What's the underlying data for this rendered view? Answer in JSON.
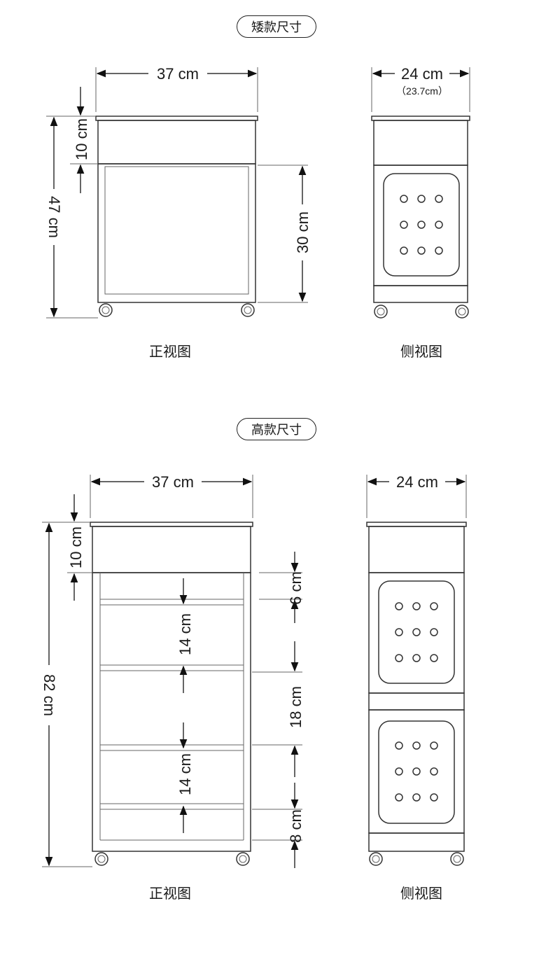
{
  "sections": {
    "short": {
      "title": "矮款尺寸",
      "front_caption": "正视图",
      "side_caption": "侧视图"
    },
    "tall": {
      "title": "高款尺寸",
      "front_caption": "正视图",
      "side_caption": "侧视图"
    }
  },
  "dimensions": {
    "short_width": "37 cm",
    "short_depth": "24 cm",
    "short_depth_exact": "（23.7cm）",
    "short_drawer": "10 cm",
    "short_height": "47 cm",
    "short_cabinet": "30 cm",
    "tall_width": "37 cm",
    "tall_depth": "24 cm",
    "tall_drawer": "10 cm",
    "tall_height": "82 cm",
    "tall_gap_top": "6 cm",
    "tall_shelf_1": "14 cm",
    "tall_mid": "18 cm",
    "tall_shelf_2": "14 cm",
    "tall_gap_bottom": "8 cm"
  }
}
